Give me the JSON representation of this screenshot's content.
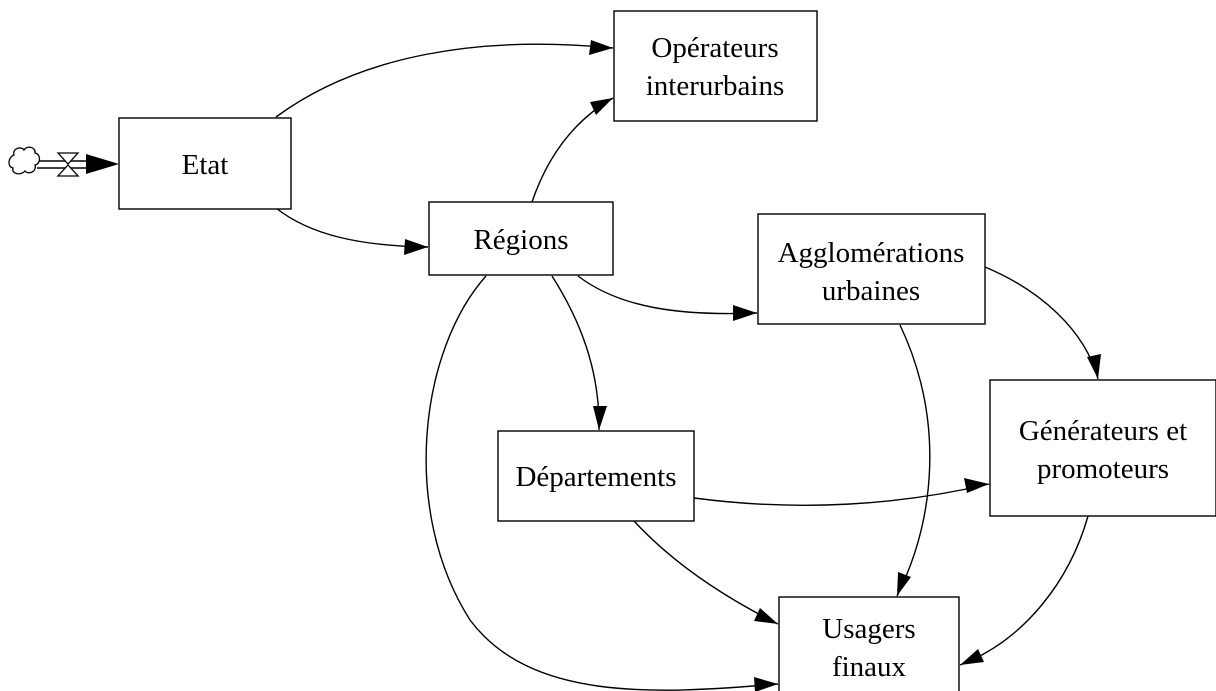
{
  "diagram": {
    "nodes": [
      {
        "id": "etat",
        "lines": [
          "Etat"
        ]
      },
      {
        "id": "operateurs",
        "lines": [
          "Opérateurs",
          "interurbains"
        ]
      },
      {
        "id": "regions",
        "lines": [
          "Régions"
        ]
      },
      {
        "id": "agglomerations",
        "lines": [
          "Agglomérations",
          "urbaines"
        ]
      },
      {
        "id": "generateurs",
        "lines": [
          "Générateurs et",
          "promoteurs"
        ]
      },
      {
        "id": "departements",
        "lines": [
          "Départements"
        ]
      },
      {
        "id": "usagers",
        "lines": [
          "Usagers",
          "finaux"
        ]
      }
    ],
    "edges": [
      {
        "from": "source",
        "to": "etat"
      },
      {
        "from": "etat",
        "to": "operateurs"
      },
      {
        "from": "etat",
        "to": "regions"
      },
      {
        "from": "regions",
        "to": "operateurs"
      },
      {
        "from": "regions",
        "to": "agglomerations"
      },
      {
        "from": "regions",
        "to": "departements"
      },
      {
        "from": "regions",
        "to": "usagers"
      },
      {
        "from": "agglomerations",
        "to": "generateurs"
      },
      {
        "from": "agglomerations",
        "to": "usagers"
      },
      {
        "from": "departements",
        "to": "generateurs"
      },
      {
        "from": "departements",
        "to": "usagers"
      },
      {
        "from": "generateurs",
        "to": "usagers"
      }
    ]
  }
}
